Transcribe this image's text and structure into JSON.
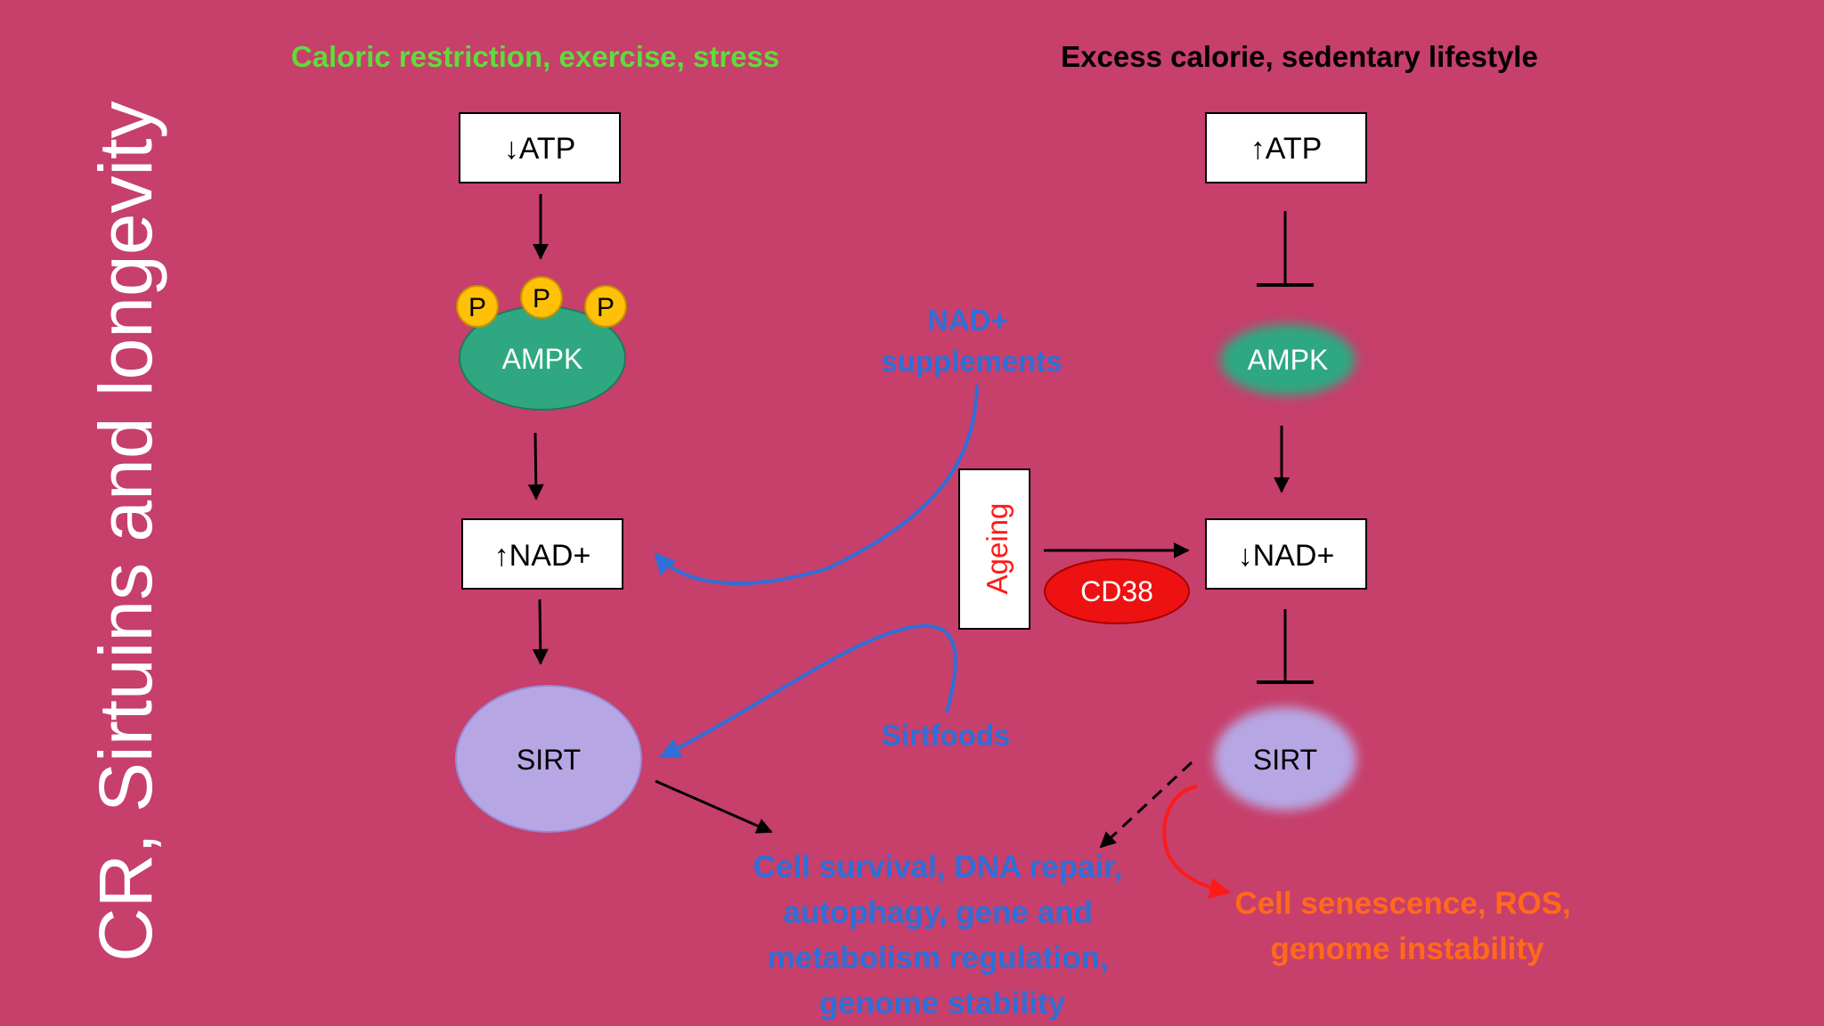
{
  "slide_title": "CR, Sirtuins and longevity",
  "colors": {
    "background": "#c73f6b",
    "green_heading": "#5fdc3c",
    "blue_text": "#2f6fd8",
    "red_text": "#ff1a1a",
    "orange_text": "#ff6a1a",
    "ampk": "#2fa882",
    "sirt": "#b6a7e4",
    "cd38": "#ee1111",
    "phospho": "#ffc107"
  },
  "left": {
    "heading": "Caloric restriction, exercise, stress",
    "atp": "↓ATP",
    "phospho_label": "P",
    "ampk": "AMPK",
    "nad": "↑NAD+",
    "sirt": "SIRT"
  },
  "right": {
    "heading": "Excess calorie, sedentary lifestyle",
    "atp": "↑ATP",
    "ampk": "AMPK",
    "nad": "↓NAD+",
    "sirt": "SIRT"
  },
  "middle": {
    "nad_supplements": [
      "NAD+",
      "supplements"
    ],
    "sirtfoods": "Sirtfoods",
    "ageing": "Ageing",
    "cd38": "CD38"
  },
  "outcomes": {
    "beneficial": [
      "Cell survival, DNA repair,",
      "autophagy, gene and",
      "metabolism regulation,",
      "genome stability"
    ],
    "detrimental": [
      "Cell senescence, ROS,",
      "genome instability"
    ]
  }
}
